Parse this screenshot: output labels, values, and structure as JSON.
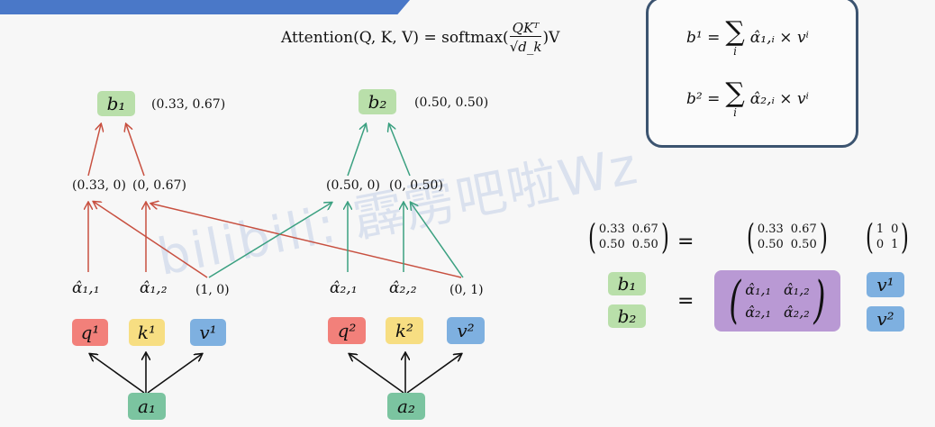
{
  "formula": {
    "lhs": "Attention(Q, K, V) = softmax(",
    "numerator": "QKᵀ",
    "denominator": "√d_k",
    "rhs": ")V"
  },
  "sum_box": {
    "line1": {
      "lhs": "b¹ =",
      "index": "i",
      "body": "α̂₁,ᵢ × vⁱ"
    },
    "line2": {
      "lhs": "b² =",
      "index": "i",
      "body": "α̂₂,ᵢ × vⁱ"
    }
  },
  "left": {
    "b": "b₁",
    "b_value": "(0.33, 0.67)",
    "mid1": "(0.33, 0)",
    "mid2": "(0, 0.67)",
    "alpha1": "α̂₁,₁",
    "alpha2": "α̂₁,₂",
    "pair": "(1, 0)",
    "q": "q¹",
    "k": "k¹",
    "v": "v¹",
    "a": "a₁"
  },
  "right": {
    "b": "b₂",
    "b_value": "(0.50, 0.50)",
    "mid1": "(0.50, 0)",
    "mid2": "(0, 0.50)",
    "alpha1": "α̂₂,₁",
    "alpha2": "α̂₂,₂",
    "pair": "(0, 1)",
    "q": "q²",
    "k": "k²",
    "v": "v²",
    "a": "a₂"
  },
  "matrices": {
    "m1": [
      "0.33",
      "0.67",
      "0.50",
      "0.50"
    ],
    "m2": [
      "0.33",
      "0.67",
      "0.50",
      "0.50"
    ],
    "m3": [
      "1",
      "0",
      "0",
      "1"
    ],
    "eq": "="
  },
  "bottom_eq": {
    "b1": "b₁",
    "b2": "b₂",
    "eq": "=",
    "alphas": [
      "α̂₁,₁",
      "α̂₁,₂",
      "α̂₂,₁",
      "α̂₂,₂"
    ],
    "v1": "v¹",
    "v2": "v²"
  },
  "watermark": "bilibili: 霹雳吧啦Wz",
  "colors": {
    "red_arrow": "#c85040",
    "green_arrow": "#3aa080",
    "black_arrow": "#111111",
    "b_box": "#b9dfaa",
    "q_box": "#f2807a",
    "k_box": "#f7de82",
    "v_box": "#7eb0e0",
    "a_box": "#7bc4a0",
    "matrix_box": "#b999d4"
  }
}
